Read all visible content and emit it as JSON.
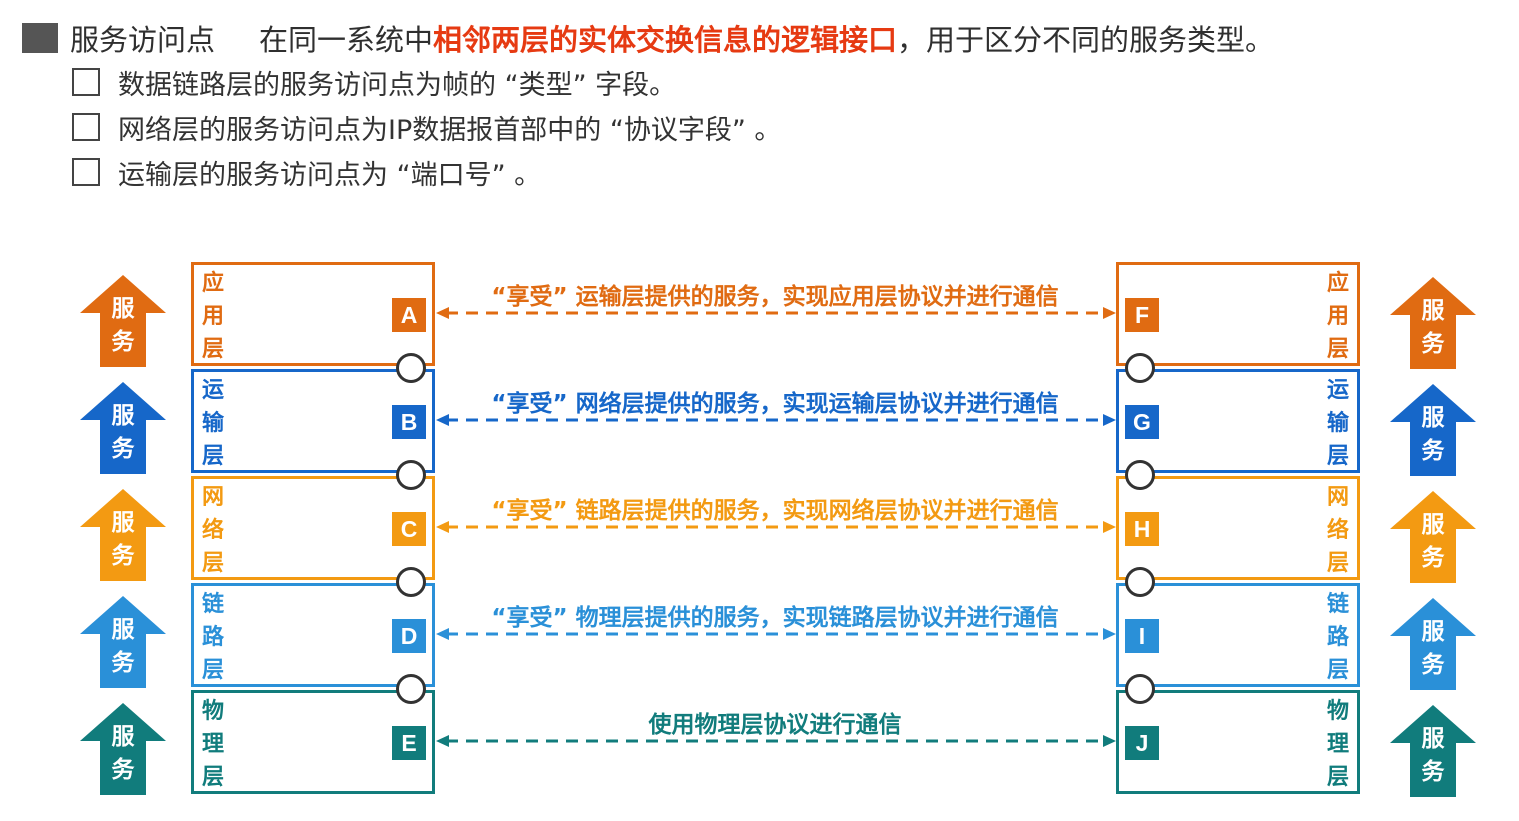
{
  "header": {
    "term": "服务访问点",
    "desc_pre": "在同一系统中",
    "desc_highlight": "相邻两层的实体交换信息的逻辑接口",
    "desc_post": "，用于区分不同的服务类型。"
  },
  "bullets": [
    {
      "text": "数据链路层的服务访问点为帧的 “类型” 字段。"
    },
    {
      "text": "网络层的服务访问点为IP数据报首部中的 “协议字段” 。"
    },
    {
      "text": "运输层的服务访问点为 “端口号” 。"
    }
  ],
  "service_label": [
    "服",
    "务"
  ],
  "layers": [
    {
      "name": [
        "应",
        "用",
        "层"
      ],
      "left_badge": "A",
      "right_badge": "F",
      "color": "#e06b12",
      "link_text": "“享受” 运输层提供的服务，实现应用层协议并进行通信"
    },
    {
      "name": [
        "运",
        "输",
        "层"
      ],
      "left_badge": "B",
      "right_badge": "G",
      "color": "#1667c9",
      "link_text": "“享受” 网络层提供的服务，实现运输层协议并进行通信"
    },
    {
      "name": [
        "网",
        "络",
        "层"
      ],
      "left_badge": "C",
      "right_badge": "H",
      "color": "#f39a12",
      "link_text": "“享受” 链路层提供的服务，实现网络层协议并进行通信"
    },
    {
      "name": [
        "链",
        "路",
        "层"
      ],
      "left_badge": "D",
      "right_badge": "I",
      "color": "#2a90d8",
      "link_text": "“享受” 物理层提供的服务，实现链路层协议并进行通信"
    },
    {
      "name": [
        "物",
        "理",
        "层"
      ],
      "left_badge": "E",
      "right_badge": "J",
      "color": "#117c7c",
      "link_text": "使用物理层协议进行通信"
    }
  ]
}
